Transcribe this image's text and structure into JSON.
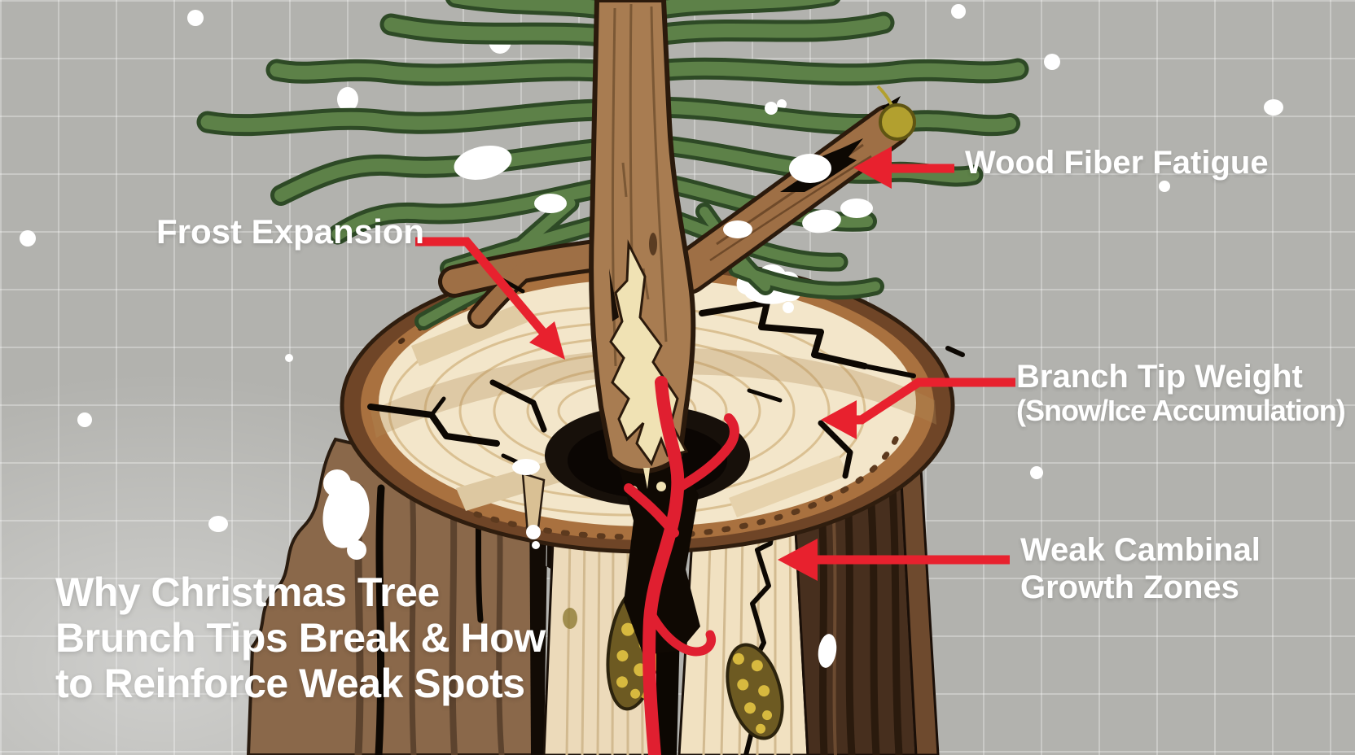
{
  "title": {
    "line1": "Why Christmas Tree",
    "line2": "Brunch Tips Break & How",
    "line3": "to Reinforce Weak Spots"
  },
  "labels": {
    "wood_fiber_fatigue": "Wood Fiber Fatigue",
    "frost_expansion": "Frost Expansion",
    "branch_tip_weight_line1": "Branch Tip Weight",
    "branch_tip_weight_line2": "(Snow/Ice Accumulation)",
    "weak_cambial_line1": "Weak Cambinal",
    "weak_cambial_line2": "Growth Zones"
  },
  "colors": {
    "accent_red": "#e8212e",
    "vein_red": "#e01f30",
    "tree_green": "#5d8148",
    "tree_green_dark": "#2e4a26",
    "trunk_brown": "#a87c51",
    "branch_brown": "#9e6f45",
    "stump_cream": "#f3e6ca",
    "ring_tan": "#dac092",
    "rim_band": "#a9713f",
    "bark_mid": "#8a684a",
    "bark_dark": "#472f1e",
    "crack_black": "#0d0803",
    "cone_olive": "#6d5a22",
    "cone_gold": "#d7b93f",
    "bg_gray": "#b2b2ae",
    "text_white": "#ffffff"
  }
}
